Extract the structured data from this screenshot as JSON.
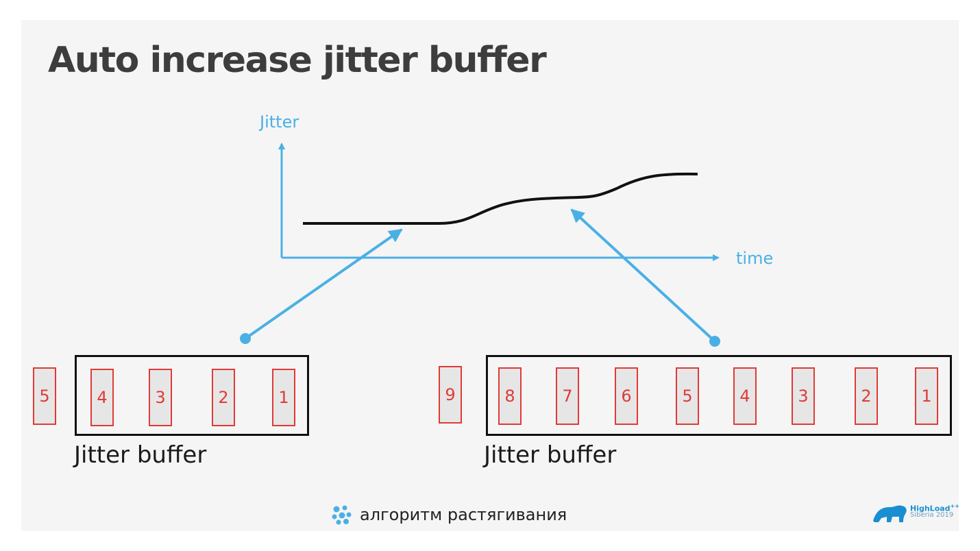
{
  "slide": {
    "title": "Auto increase jitter buffer"
  },
  "graph": {
    "y_axis_label": "Jitter",
    "x_axis_label": "time",
    "colors": {
      "axis": "#4ab0e4",
      "curve": "#111111"
    }
  },
  "left_buffer": {
    "incoming_packet": "5",
    "packets": [
      "4",
      "3",
      "2",
      "1"
    ],
    "label": "Jitter buffer"
  },
  "right_buffer": {
    "incoming_packet": "9",
    "packets": [
      "8",
      "7",
      "6",
      "5",
      "4",
      "3",
      "2",
      "1"
    ],
    "label": "Jitter buffer"
  },
  "footer": {
    "text": "алгоритм растягивания",
    "icon": "dots-cluster-icon"
  },
  "logo": {
    "icon": "bear-icon",
    "brand": "HighLoad",
    "brand_suffix": "++",
    "subtitle": "Siberia 2019"
  },
  "colors": {
    "packet_border": "#e03a36",
    "packet_fill": "#e6e6e6",
    "accent_blue": "#4ab0e4"
  }
}
